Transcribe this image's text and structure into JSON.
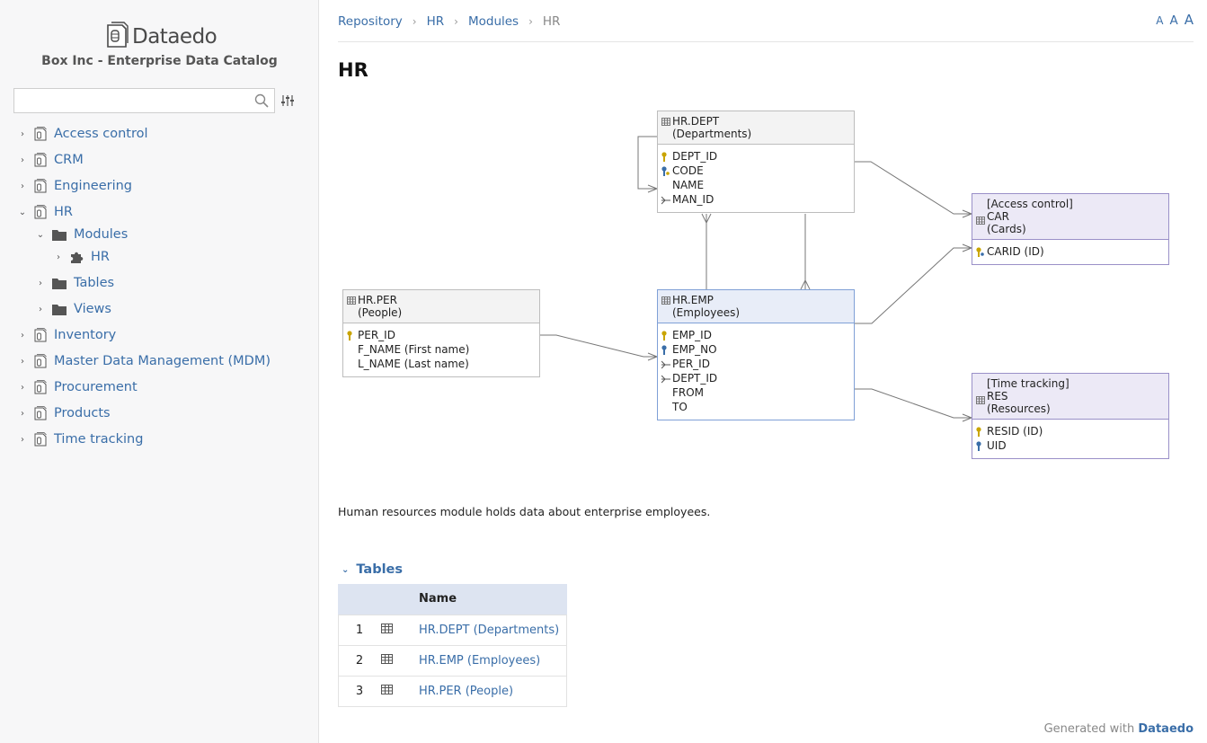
{
  "app": {
    "logo_text": "Dataedo",
    "catalog_title": "Box Inc - Enterprise Data Catalog"
  },
  "search": {
    "placeholder": "",
    "value": ""
  },
  "sidebar": {
    "items": [
      {
        "label": "Access control",
        "expanded": false
      },
      {
        "label": "CRM",
        "expanded": false
      },
      {
        "label": "Engineering",
        "expanded": false
      },
      {
        "label": "HR",
        "expanded": true
      },
      {
        "label": "Modules",
        "expanded": true
      },
      {
        "label": "HR",
        "expanded": false,
        "selected": true
      },
      {
        "label": "Tables",
        "expanded": false
      },
      {
        "label": "Views",
        "expanded": false
      },
      {
        "label": "Inventory",
        "expanded": false
      },
      {
        "label": "Master Data Management (MDM)",
        "expanded": false
      },
      {
        "label": "Procurement",
        "expanded": false
      },
      {
        "label": "Products",
        "expanded": false
      },
      {
        "label": "Time tracking",
        "expanded": false
      }
    ]
  },
  "breadcrumb": [
    "Repository",
    "HR",
    "Modules",
    "HR"
  ],
  "font_size_controls": [
    "A",
    "A",
    "A"
  ],
  "page_title": "HR",
  "erd": {
    "entities": [
      {
        "title": "HR.DEPT",
        "subtitle": "(Departments)",
        "columns": [
          "DEPT_ID",
          "CODE",
          "NAME",
          "MAN_ID"
        ]
      },
      {
        "title": "HR.EMP",
        "subtitle": "(Employees)",
        "columns": [
          "EMP_ID",
          "EMP_NO",
          "PER_ID",
          "DEPT_ID",
          "FROM",
          "TO"
        ]
      },
      {
        "title": "HR.PER",
        "subtitle": "(People)",
        "columns": [
          "PER_ID",
          "F_NAME (First name)",
          "L_NAME (Last name)"
        ]
      },
      {
        "module": "[Access control]",
        "title": "CAR",
        "subtitle": "(Cards)",
        "columns": [
          "CARID (ID)"
        ]
      },
      {
        "module": "[Time tracking]",
        "title": "RES",
        "subtitle": "(Resources)",
        "columns": [
          "RESID (ID)",
          "UID"
        ]
      }
    ]
  },
  "description": "Human resources module holds data about enterprise employees.",
  "tables_section": {
    "title": "Tables",
    "header": "Name",
    "rows": [
      {
        "num": "1",
        "name": "HR.DEPT (Departments)"
      },
      {
        "num": "2",
        "name": "HR.EMP (Employees)"
      },
      {
        "num": "3",
        "name": "HR.PER (People)"
      }
    ]
  },
  "footer": {
    "prefix": "Generated with",
    "brand": "Dataedo"
  },
  "colors": {
    "link": "#3a6ea8",
    "pk_key": "#c9a400",
    "uk_key": "#3a6ea8"
  }
}
